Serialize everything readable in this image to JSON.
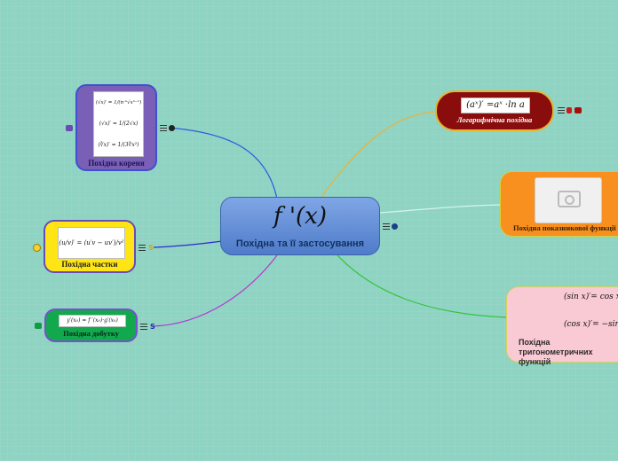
{
  "central": {
    "formula": "f '(x)",
    "label": "Похідна та її застосування"
  },
  "topics": {
    "root": {
      "title": "Похідна кореня",
      "f1": "(√x)′ = 1/(n·ⁿ√xⁿ⁻¹)",
      "f2": "(√x)′ = 1/(2√x)",
      "f3": "(∛x)′ = 1/(3∛x²)"
    },
    "quotient": {
      "title": "Похідна частки",
      "formula": "(u/v)′ = (u′v − uv′)/v²",
      "marker": "S"
    },
    "product": {
      "title": "Похідна  добутку",
      "formula": "y′(x₀) = f ′(x₀)·g′(x₀)",
      "marker": "S"
    },
    "log": {
      "title": "Логарифмічна  похідна",
      "formula": "(aˣ)′ =aˣ ·ln a"
    },
    "exp": {
      "title": "Похідна показникової функції"
    },
    "trig": {
      "title": "Похідна тригонометричних функцій",
      "f1": "(sin x)′= cos x",
      "f2": "(cos x)′= −sin x"
    }
  },
  "colors": {
    "root": "#7a5fb6",
    "quotient": "#ffe515",
    "product": "#12a84e",
    "log": "#8a0d0d",
    "exp": "#f7901e",
    "trig": "#f9c9d4",
    "central": "#6a94da"
  }
}
